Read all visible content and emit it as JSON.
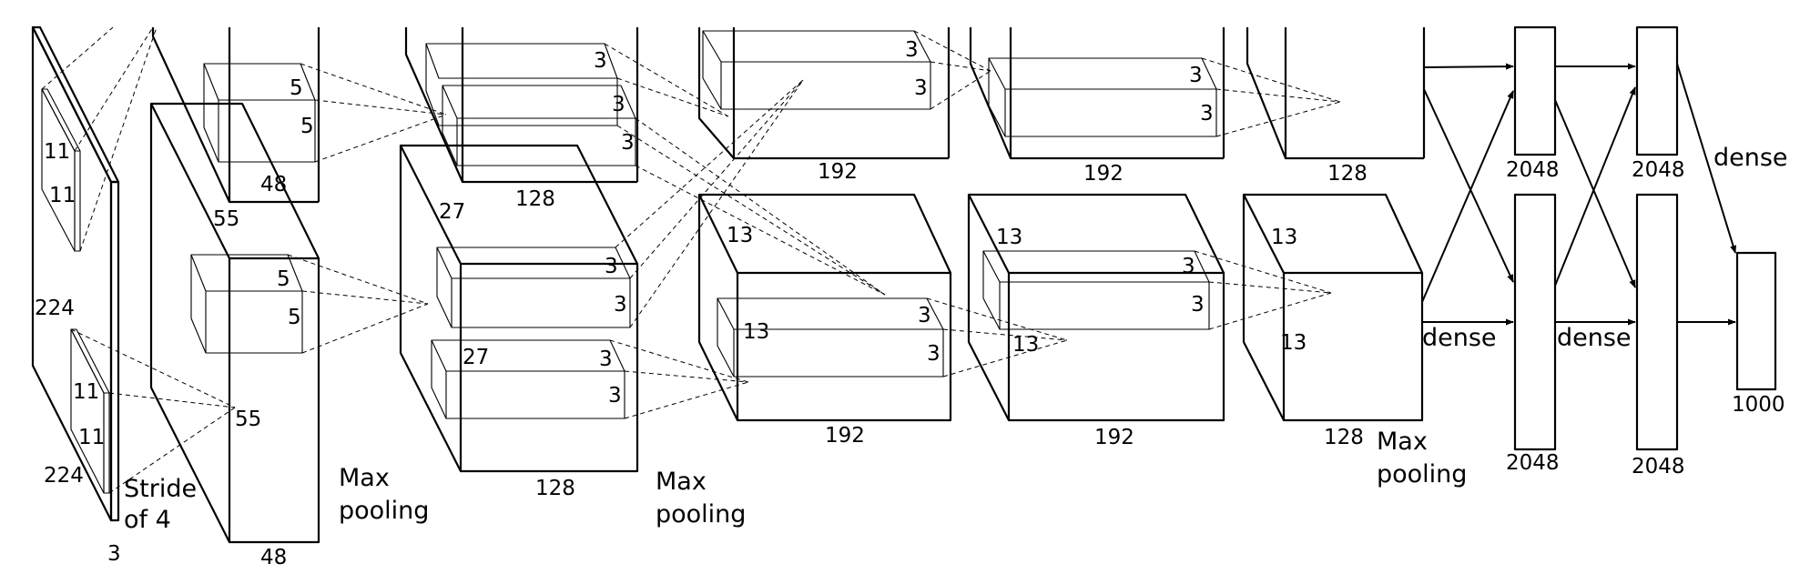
{
  "input": {
    "size_h": "224",
    "size_w": "224",
    "depth": "3",
    "kernel_a": "11",
    "kernel_b": "11",
    "kernel_c": "11",
    "kernel_d": "11",
    "stride": [
      "Stride",
      "of 4"
    ]
  },
  "conv1": {
    "size": "55",
    "size_lower": "55",
    "depth_top": "48",
    "depth_bottom": "48",
    "kernel_a": "5",
    "kernel_b": "5",
    "kernel_c": "5",
    "kernel_d": "5"
  },
  "pool1": [
    "Max",
    "pooling"
  ],
  "conv2": {
    "size": "27",
    "size_lower": "27",
    "depth_top": "128",
    "depth_bottom": "128",
    "kernel_labels": [
      "3",
      "3",
      "3",
      "3",
      "3",
      "3",
      "3"
    ]
  },
  "pool2": [
    "Max",
    "pooling"
  ],
  "conv3": {
    "size": "13",
    "size_lower": "13",
    "depth_top": "192",
    "depth_bottom": "192",
    "kernel_labels": [
      "3",
      "3",
      "3",
      "3"
    ]
  },
  "conv4": {
    "size": "13",
    "size_lower": "13",
    "depth_top": "192",
    "depth_bottom": "192",
    "kernel_labels": [
      "3",
      "3",
      "3",
      "3"
    ]
  },
  "conv5": {
    "size": "13",
    "size_lower": "13",
    "depth_top": "128",
    "depth_bottom": "128"
  },
  "pool3": [
    "Max",
    "pooling"
  ],
  "fc6": {
    "top": "2048",
    "bottom": "2048"
  },
  "fc7": {
    "top": "2048",
    "bottom": "2048"
  },
  "fc8": {
    "units": "1000"
  },
  "dense_labels": [
    "dense",
    "dense",
    "dense"
  ]
}
